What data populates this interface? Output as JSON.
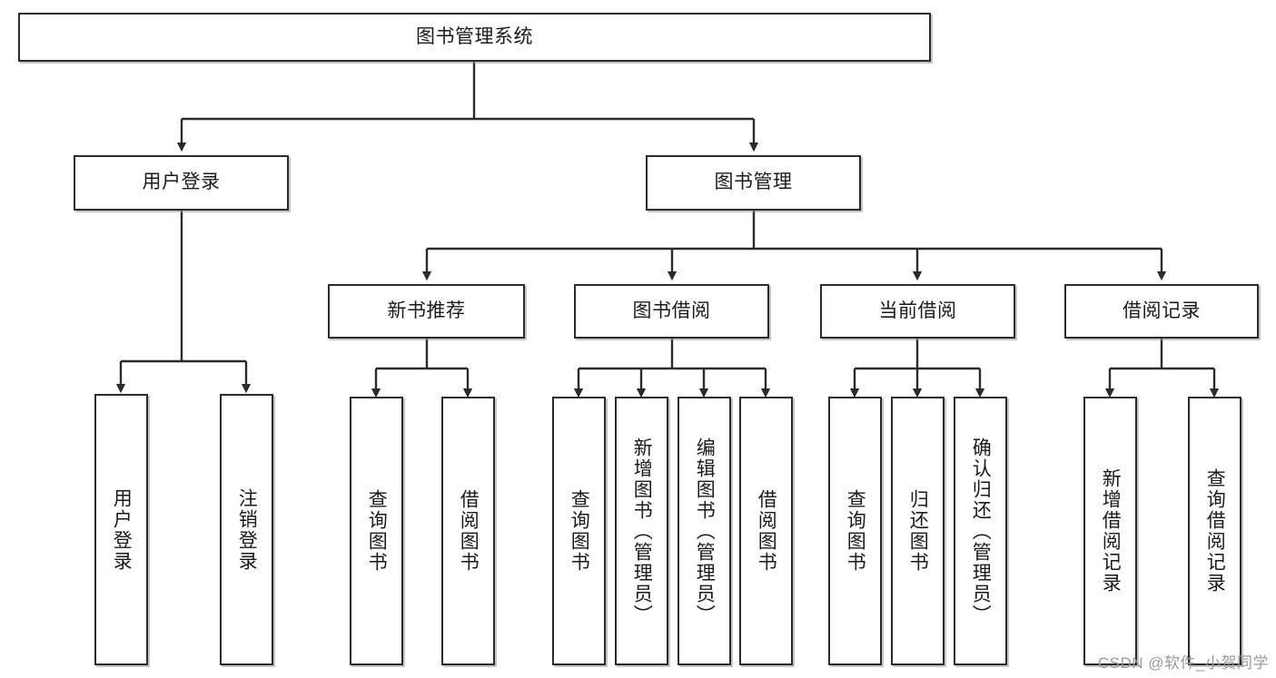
{
  "diagram": {
    "type": "tree",
    "title": "图书管理系统",
    "root": {
      "label": "图书管理系统"
    },
    "level1": [
      {
        "label": "用户登录"
      },
      {
        "label": "图书管理"
      }
    ],
    "level2": [
      {
        "label": "新书推荐"
      },
      {
        "label": "图书借阅"
      },
      {
        "label": "当前借阅"
      },
      {
        "label": "借阅记录"
      }
    ],
    "leaves": {
      "user_login": [
        {
          "label": "用户登录"
        },
        {
          "label": "注销登录"
        }
      ],
      "new_book_recommend": [
        {
          "label": "查询图书"
        },
        {
          "label": "借阅图书"
        }
      ],
      "book_borrow": [
        {
          "label": "查询图书"
        },
        {
          "label": "新增图书（管理员）"
        },
        {
          "label": "编辑图书（管理员）"
        },
        {
          "label": "借阅图书"
        }
      ],
      "current_borrow": [
        {
          "label": "查询图书"
        },
        {
          "label": "归还图书"
        },
        {
          "label": "确认归还（管理员）"
        }
      ],
      "borrow_record": [
        {
          "label": "新增借阅记录"
        },
        {
          "label": "查询借阅记录"
        }
      ]
    }
  },
  "watermark": {
    "text": "CSDN @软件_小贺同学"
  },
  "colors": {
    "stroke": "#2b2b2b",
    "fill": "#ffffff",
    "text": "#1a1a1a",
    "watermark": "#9a9a9a"
  }
}
